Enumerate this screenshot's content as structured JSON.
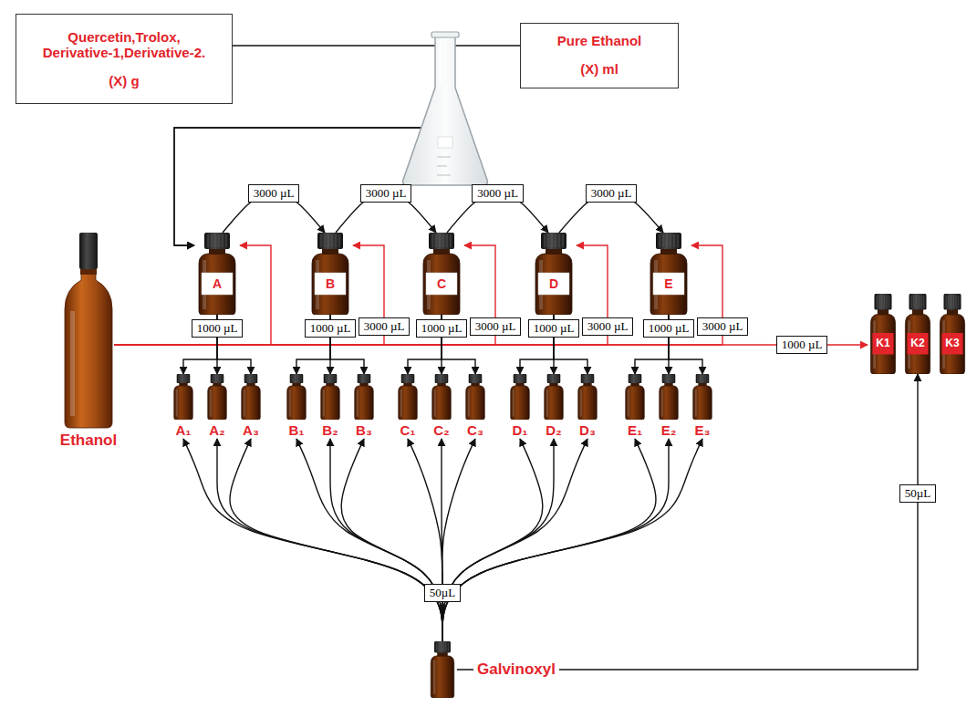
{
  "diagram": {
    "nodes": [
      {
        "text": [
          "Quercetin,Trolox, Derivative-1,Derivative-2.",
          "(X) g"
        ]
      },
      {
        "text": [
          "Pure Ethanol",
          "(X) ml"
        ]
      },
      {
        "text": [
          "Ethanol"
        ]
      },
      {
        "text": [
          "A"
        ]
      },
      {
        "text": [
          "B"
        ]
      },
      {
        "text": [
          "C"
        ]
      },
      {
        "text": [
          "D"
        ]
      },
      {
        "text": [
          "E"
        ]
      },
      {
        "text": [
          "K1"
        ]
      },
      {
        "text": [
          "K2"
        ]
      },
      {
        "text": [
          "K3"
        ]
      },
      {
        "text": [
          "A₁"
        ]
      },
      {
        "text": [
          "A₂"
        ]
      },
      {
        "text": [
          "A₃"
        ]
      },
      {
        "text": [
          "B₁"
        ]
      },
      {
        "text": [
          "B₂"
        ]
      },
      {
        "text": [
          "B₃"
        ]
      },
      {
        "text": [
          "C₁"
        ]
      },
      {
        "text": [
          "C₂"
        ]
      },
      {
        "text": [
          "C₃"
        ]
      },
      {
        "text": [
          "D₁"
        ]
      },
      {
        "text": [
          "D₂"
        ]
      },
      {
        "text": [
          "D₃"
        ]
      },
      {
        "text": [
          "E₁"
        ]
      },
      {
        "text": [
          "E₂"
        ]
      },
      {
        "text": [
          "E₃"
        ]
      },
      {
        "text": [
          "Galvinoxyl"
        ]
      }
    ],
    "edges": [
      {
        "from": 0,
        "to": 3,
        "arrow": "to"
      },
      {
        "from": 1,
        "to": 3,
        "arrow": "to"
      },
      {
        "from": 3,
        "to": 4,
        "label": "3000 µL",
        "arrow": "to"
      },
      {
        "from": 4,
        "to": 5,
        "label": "3000 µL",
        "arrow": "to"
      },
      {
        "from": 5,
        "to": 6,
        "label": "3000 µL",
        "arrow": "to"
      },
      {
        "from": 6,
        "to": 7,
        "label": "3000 µL",
        "arrow": "to"
      },
      {
        "from": 2,
        "to": 3,
        "arrow": "to"
      },
      {
        "from": 2,
        "to": 4,
        "label": "3000 µL",
        "arrow": "to"
      },
      {
        "from": 2,
        "to": 5,
        "label": "3000 µL",
        "arrow": "to"
      },
      {
        "from": 2,
        "to": 6,
        "label": "3000 µL",
        "arrow": "to"
      },
      {
        "from": 2,
        "to": 7,
        "label": "3000 µL",
        "arrow": "to"
      },
      {
        "from": 2,
        "to": 8,
        "label": "1000 µL",
        "arrow": "to"
      },
      {
        "from": 3,
        "to": 11,
        "arrow": "to"
      },
      {
        "from": 3,
        "to": 12,
        "label": "1000 µL",
        "arrow": "to"
      },
      {
        "from": 3,
        "to": 13,
        "arrow": "to"
      },
      {
        "from": 4,
        "to": 14,
        "arrow": "to"
      },
      {
        "from": 4,
        "to": 15,
        "label": "1000 µL",
        "arrow": "to"
      },
      {
        "from": 4,
        "to": 16,
        "arrow": "to"
      },
      {
        "from": 5,
        "to": 17,
        "arrow": "to"
      },
      {
        "from": 5,
        "to": 18,
        "label": "1000 µL",
        "arrow": "to"
      },
      {
        "from": 5,
        "to": 19,
        "arrow": "to"
      },
      {
        "from": 6,
        "to": 20,
        "arrow": "to"
      },
      {
        "from": 6,
        "to": 21,
        "label": "1000 µL",
        "arrow": "to"
      },
      {
        "from": 6,
        "to": 22,
        "arrow": "to"
      },
      {
        "from": 7,
        "to": 23,
        "arrow": "to"
      },
      {
        "from": 7,
        "to": 24,
        "label": "1000 µL",
        "arrow": "to"
      },
      {
        "from": 7,
        "to": 25,
        "arrow": "to"
      },
      {
        "from": 26,
        "to": 11,
        "arrow": "to"
      },
      {
        "from": 26,
        "to": 12,
        "arrow": "to"
      },
      {
        "from": 26,
        "to": 13,
        "arrow": "to"
      },
      {
        "from": 26,
        "to": 14,
        "arrow": "to"
      },
      {
        "from": 26,
        "to": 15,
        "arrow": "to"
      },
      {
        "from": 26,
        "to": 16,
        "arrow": "to"
      },
      {
        "from": 26,
        "to": 17,
        "arrow": "to"
      },
      {
        "from": 26,
        "to": 18,
        "label": "50µL",
        "arrow": "to"
      },
      {
        "from": 26,
        "to": 19,
        "arrow": "to"
      },
      {
        "from": 26,
        "to": 20,
        "arrow": "to"
      },
      {
        "from": 26,
        "to": 21,
        "arrow": "to"
      },
      {
        "from": 26,
        "to": 22,
        "arrow": "to"
      },
      {
        "from": 26,
        "to": 23,
        "arrow": "to"
      },
      {
        "from": 26,
        "to": 24,
        "arrow": "to"
      },
      {
        "from": 26,
        "to": 25,
        "arrow": "to"
      },
      {
        "from": 26,
        "to": 9,
        "label": "50µL",
        "arrow": "to"
      }
    ]
  }
}
